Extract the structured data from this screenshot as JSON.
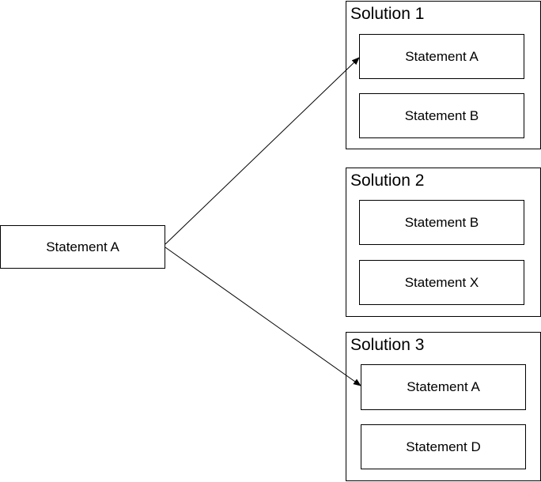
{
  "source": {
    "label": "Statement A"
  },
  "solutions": [
    {
      "title": "Solution 1",
      "statements": [
        "Statement A",
        "Statement B"
      ]
    },
    {
      "title": "Solution 2",
      "statements": [
        "Statement B",
        "Statement X"
      ]
    },
    {
      "title": "Solution 3",
      "statements": [
        "Statement A",
        "Statement D"
      ]
    }
  ]
}
